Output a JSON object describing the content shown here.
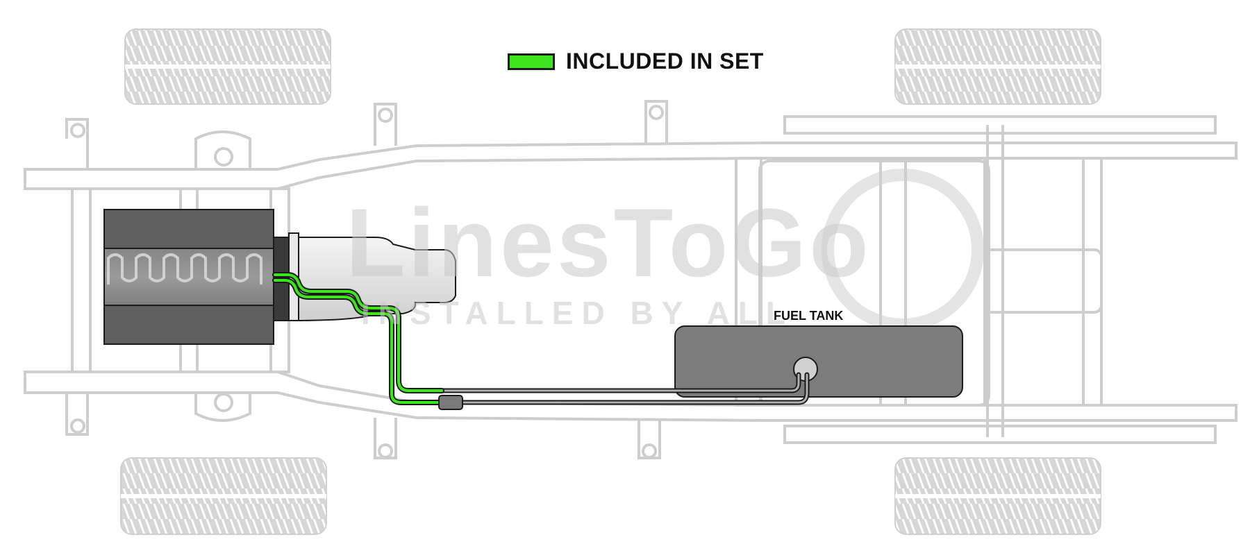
{
  "legend": {
    "label": "INCLUDED IN SET",
    "color": "#3ee51e"
  },
  "labels": {
    "fuel_tank": "FUEL TANK"
  },
  "watermark": {
    "brand": "LinesToGo",
    "tagline": "INSTALLED BY ALL"
  },
  "colors": {
    "frame": "#d9d9d9",
    "frame_stroke": "#c9c9c9",
    "engine": "#5a5a5a",
    "transmission": "#e6e6e6",
    "tank": "#7a7a7a",
    "included_line": "#3ee51e",
    "existing_line": "#a0a0a0"
  }
}
